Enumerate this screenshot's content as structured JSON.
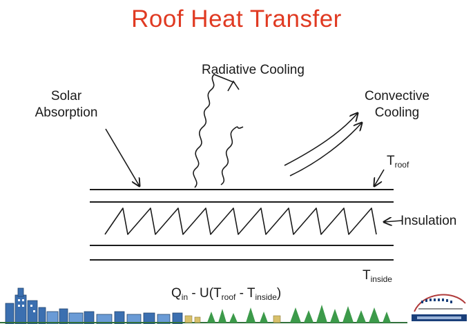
{
  "title": "Roof Heat Transfer",
  "labels": {
    "solar_line1": "Solar",
    "solar_line2": "Absorption",
    "radiative": "Radiative Cooling",
    "convective_line1": "Convective",
    "convective_line2": "Cooling",
    "t_roof_main": "T",
    "t_roof_sub": "roof",
    "insulation": "Insulation",
    "t_inside_main": "T",
    "t_inside_sub": "inside"
  },
  "equation": {
    "q": "Q",
    "q_sub": "in",
    "middle": " - U(T",
    "roof_sub": "roof",
    "minus": " - T",
    "inside_sub": "inside",
    "close": ")"
  },
  "colors": {
    "title": "#e03a22",
    "ink": "#1a1a1a",
    "city_blue": "#3b6fb0",
    "tree_green": "#3c9a4a"
  }
}
